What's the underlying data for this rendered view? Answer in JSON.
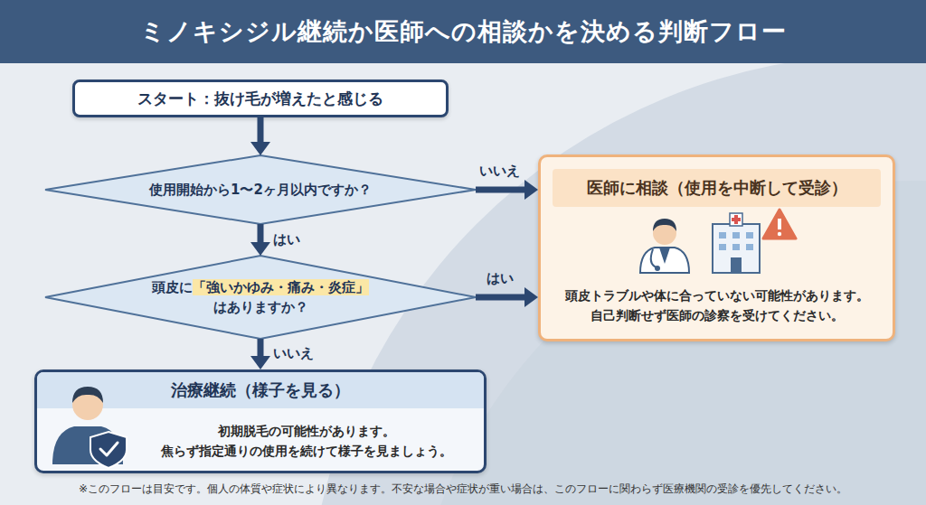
{
  "diagram": {
    "title": "ミノキシジル継続か医師への相談かを決める判断フロー",
    "caption": "※このフローは目安です。個人の体質や症状により異なります。不安な場合や症状が重い場合は、このフローに関わらず医療機関の受診を優先してください。",
    "nodes": [
      {
        "text": [
          "スタート：抜け毛が増えたと感じる"
        ]
      },
      {
        "text": [
          "使用開始から1〜2ヶ月以内ですか？"
        ]
      },
      {
        "text": [
          "医師に相談（使用を中断して受診）",
          "頭皮トラブルや体に合っていない可能性があります。 自己判断せず医師の診察を受けてください。"
        ]
      },
      {
        "text": [
          "頭皮に「強いかゆみ・痛み・炎症」 はありますか？"
        ]
      },
      {
        "text": [
          "治療継続（様子を見る）",
          "初期脱毛の可能性があります。 焦らず指定通りの使用を続けて様子を見ましょう。"
        ]
      }
    ],
    "edges": [
      {
        "from": 0,
        "to": 1,
        "arrow": "to"
      },
      {
        "from": 1,
        "to": 2,
        "label": "いいえ",
        "arrow": "to"
      },
      {
        "from": 1,
        "to": 3,
        "label": "はい",
        "arrow": "to"
      },
      {
        "from": 3,
        "to": 2,
        "label": "はい",
        "arrow": "to"
      },
      {
        "from": 3,
        "to": 4,
        "label": "いいえ",
        "arrow": "to"
      }
    ]
  }
}
